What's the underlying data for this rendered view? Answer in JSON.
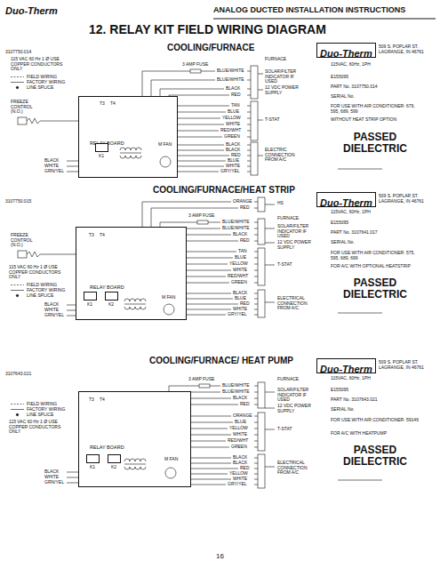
{
  "diagram": {
    "title": "12. RELAY KIT FIELD WIRING DIAGRAM",
    "nodes": [
      {
        "text": [
          "RELAY BOARD"
        ]
      },
      {
        "text": [
          "K1"
        ],
        "in": 0
      },
      {
        "text": [
          "Duo-Therm"
        ]
      },
      {
        "text": [
          "RELAY BOARD"
        ]
      },
      {
        "text": [
          "K1"
        ],
        "in": 3
      },
      {
        "text": [
          "K2"
        ],
        "in": 3
      },
      {
        "text": [
          "Duo-Therm"
        ]
      },
      {
        "text": [
          "RELAY BOARD"
        ]
      },
      {
        "text": [
          "K1"
        ],
        "in": 7
      },
      {
        "text": [
          "K2"
        ],
        "in": 7
      },
      {
        "text": [
          "Duo-Therm"
        ]
      }
    ],
    "labels": [
      "Duo-Therm",
      "ANALOG DUCTED INSTALLATION INSTRUCTIONS",
      "16",
      "3107750.014",
      "COOLING/FURNACE",
      "115 VAC 60 Hz 1 Ø USE COPPER CONDUCTORS ONLY",
      "FREEZE CONTROL (N.O.)",
      "3 AMP FUSE",
      "BLUE/WHITE",
      "BLUE/WHITE",
      "BLACK",
      "RED",
      "FURNACE",
      "SOLAR/FILTER INDICATOR IF USED",
      "12 VDC POWER SUPPLY",
      "T3",
      "T4",
      "TAN",
      "BLUE",
      "YELLOW",
      "WHITE",
      "RED/WHT",
      "GREEN",
      "T-STAT",
      "M FAN",
      "BLACK",
      "BLACK",
      "RED",
      "BLUE",
      "WHITE",
      "GRY/YEL",
      "ELECTRIC CONNECTION FROM A/C",
      "BLACK",
      "WHITE",
      "GRN/YEL",
      "509 S. POPLAR ST. LAGRANGE, IN 46761",
      "115VAC, 60Hz, 1PH",
      "E155095",
      "PART No. 3107750.014",
      "SERIAL No.",
      "FOR USE WITH AIR CONDITIONER: 679, 595, 689, 599",
      "WITHOUT HEAT STRIP OPTION",
      "PASSED DIELECTRIC",
      "COOLING/FURNACE/HEAT STRIP",
      "3107750.015",
      "FREEZE CONTROL (N.O.)",
      "115 VAC 60 Hz 1 Ø USE COPPER CONDUCTORS ONLY",
      "3 AMP FUSE",
      "ORANGE",
      "RED",
      "HS",
      "BLUE/WHITE",
      "BLUE/WHITE",
      "BLACK",
      "RED",
      "FURNACE",
      "SOLAR/FILTER INDICATOR IF USED",
      "12 VDC POWER SUPPLY",
      "T3",
      "T4",
      "TAN",
      "BLUE",
      "YELLOW",
      "WHITE",
      "RED/WHT",
      "GREEN",
      "T-STAT",
      "M FAN",
      "BLACK",
      "BLUE",
      "RED",
      "WHITE",
      "GRY/YEL",
      "ELECTRICAL CONNECTION FROM A/C",
      "BLACK",
      "WHITE",
      "GRN/YEL",
      "509 S. POPLAR ST. LAGRANGE, IN 46761",
      "115VAC, 60Hz, 1PH",
      "E155095",
      "PART No. 3107641.017",
      "SERIAL No.",
      "FOR USE WITH AIR CONDITIONER: 575, 595, 689, 699",
      "FOR A/C WITH OPTIONAL HEATSTRIP",
      "PASSED DIELECTRIC",
      "COOLING/FURNACE/ HEAT PUMP",
      "3107643.021",
      "115 VAC 60 Hz 1 Ø USE COPPER CONDUCTORS ONLY",
      "3 AMP FUSE",
      "BLUE/WHITE",
      "BLUE/WHITE",
      "BLACK",
      "RED",
      "FURNACE",
      "SOLAR/FILTER INDICATOR IF USED",
      "12 VDC POWER SUPPLY",
      "T3",
      "T4",
      "ORANGE",
      "BLUE",
      "YELLOW",
      "WHITE",
      "RED/WHT",
      "GREEN",
      "T-STAT",
      "M FAN",
      "BLACK",
      "BLACK",
      "RED",
      "YELLOW",
      "WHITE",
      "GRY/YEL",
      "ELECTRICAL CONNECTION FROM A/C",
      "BLACK",
      "WHITE",
      "GRN/YEL",
      "509 S. POPLAR ST. LAGRANGE, IN 46761",
      "115VAC, 60Hz, 1PH",
      "E155095",
      "PART No. 3107643.021",
      "SERIAL No.",
      "FOR USE WITH AIR CONDITIONER: 59146",
      "FOR A/C WITH HEATPUMP",
      "PASSED DIELECTRIC"
    ],
    "legend": [
      {
        "text": "FIELD WIRING"
      },
      {
        "text": "FACTORY WIRING"
      },
      {
        "text": "LINE SPLICE"
      },
      {
        "text": "FIELD WIRING"
      },
      {
        "text": "FACTORY WIRING"
      },
      {
        "text": "LINE SPLICE"
      },
      {
        "text": "FIELD WIRING"
      },
      {
        "text": "FACTORY WIRING"
      },
      {
        "text": "LINE SPLICE"
      }
    ]
  }
}
